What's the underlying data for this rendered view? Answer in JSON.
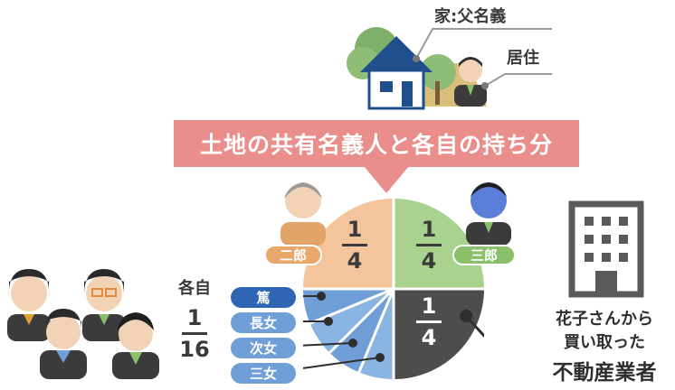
{
  "callouts": {
    "house_owner": "家:父名義",
    "residence": "居住"
  },
  "banner": {
    "title": "土地の共有名義人と各自の持ち分"
  },
  "shares": {
    "jiro": {
      "label": "二郎",
      "numerator": "1",
      "denominator": "4"
    },
    "saburo": {
      "label": "三郎",
      "numerator": "1",
      "denominator": "4"
    },
    "buyer": {
      "numerator": "1",
      "denominator": "4"
    },
    "each": {
      "label": "各自",
      "numerator": "1",
      "denominator": "16"
    }
  },
  "siblings": [
    "篤",
    "長女",
    "次女",
    "三女"
  ],
  "buyer": {
    "line1": "花子さんから",
    "line2": "買い取った",
    "line3": "不動産業者"
  },
  "colors": {
    "banner": "#e98e8a",
    "orange": "#f4c49c",
    "green": "#a9d28f",
    "dark": "#4d4d4d",
    "blue": "#6f9fd6",
    "blue_dark": "#2f66b4"
  }
}
